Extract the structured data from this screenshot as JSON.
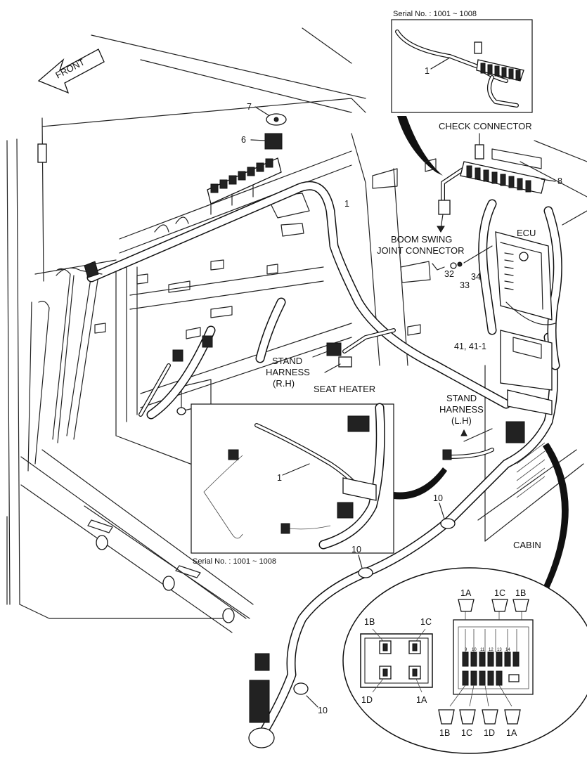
{
  "direction": {
    "front": "FRONT"
  },
  "callouts": {
    "serial_top": "Serial No. : 1001 ~ 1008",
    "serial_bottom": "Serial No. : 1001 ~ 1008",
    "check_connector": "CHECK CONNECTOR",
    "boom_swing_line1": "BOOM SWING",
    "boom_swing_line2": "JOINT CONNECTOR",
    "ecu": "ECU",
    "stand_rh_line1": "STAND",
    "stand_rh_line2": "HARNESS",
    "stand_rh_line3": "(R.H)",
    "seat_heater": "SEAT HEATER",
    "stand_lh_line1": "STAND",
    "stand_lh_line2": "HARNESS",
    "stand_lh_line3": "(L.H)",
    "cabin": "CABIN"
  },
  "part_numbers": {
    "p1_main": "1",
    "p1_inset_top": "1",
    "p1_inset_bottom": "1",
    "p6": "6",
    "p7": "7",
    "p8": "8",
    "p10_a": "10",
    "p10_b": "10",
    "p10_c": "10",
    "p32": "32",
    "p33": "33",
    "p34": "34",
    "p41": "41, 41-1"
  },
  "relay_labels": {
    "r_1b": "1B",
    "r_1c": "1C",
    "r_1d": "1D",
    "r_1a": "1A"
  },
  "fuse_labels": {
    "top_1a": "1A",
    "top_1c": "1C",
    "top_1b": "1B",
    "bot_1b": "1B",
    "bot_1c": "1C",
    "bot_1d": "1D",
    "bot_1a": "1A"
  },
  "fuse_slot_numbers": [
    "9",
    "10",
    "11",
    "12",
    "13",
    "14"
  ]
}
